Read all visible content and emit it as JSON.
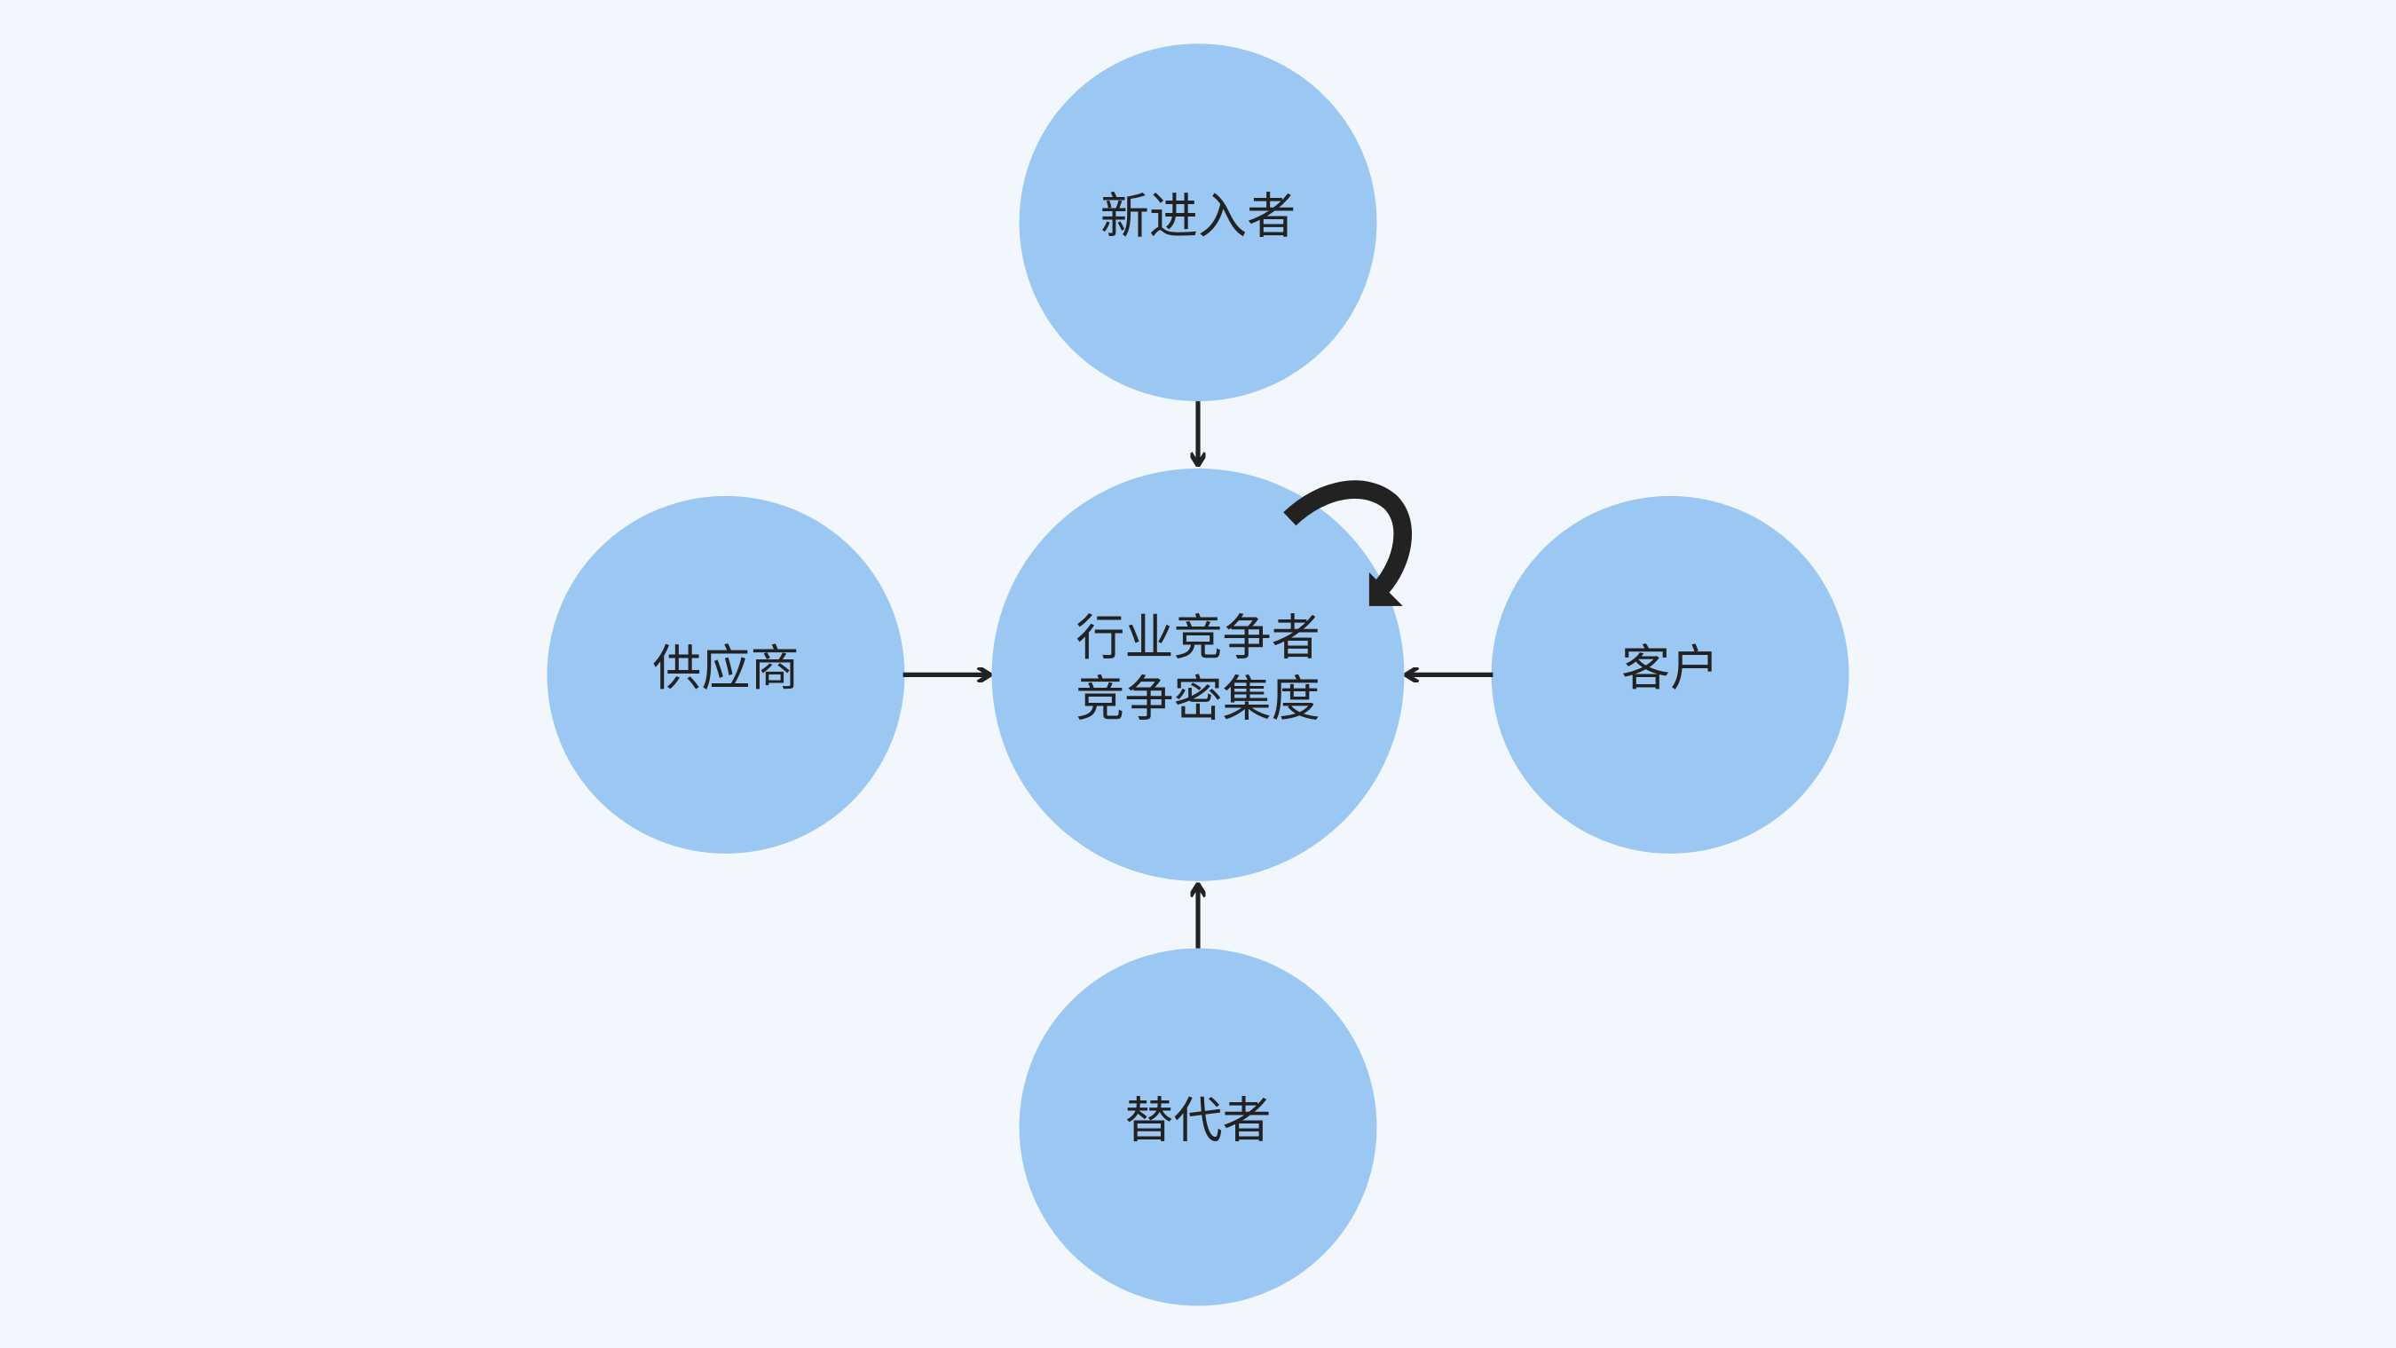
{
  "diagram": {
    "title": "Porter's Five Forces",
    "colors": {
      "background": "#f2f7fe",
      "node": "#9bc8f2",
      "text": "#222222"
    },
    "nodes": {
      "center": {
        "line1": "行业竞争者",
        "line2": "竞争密集度"
      },
      "top": "新进入者",
      "left": "供应商",
      "right": "客户",
      "bottom": "替代者"
    },
    "edges": [
      {
        "from": "新进入者",
        "to": "行业竞争者竞争密集度"
      },
      {
        "from": "供应商",
        "to": "行业竞争者竞争密集度"
      },
      {
        "from": "客户",
        "to": "行业竞争者竞争密集度"
      },
      {
        "from": "替代者",
        "to": "行业竞争者竞争密集度"
      },
      {
        "from": "行业竞争者竞争密集度",
        "to": "行业竞争者竞争密集度",
        "type": "self-loop"
      }
    ]
  }
}
